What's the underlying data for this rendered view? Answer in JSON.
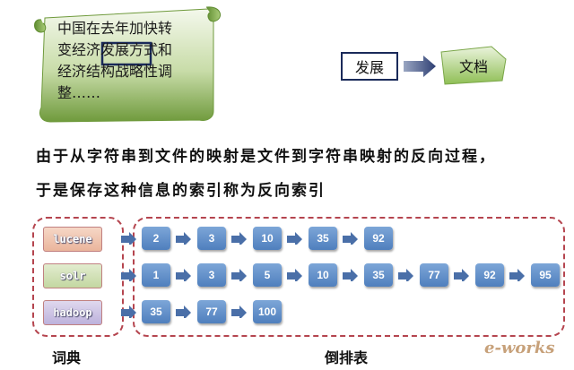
{
  "scroll_text_lines": [
    "中国在去年加快转",
    "变经济发展方式和",
    "经济结构战略性调",
    "整……"
  ],
  "top_flow": {
    "from": "发展",
    "to": "文档"
  },
  "statement": [
    "由于从字符串到文件的映射是文件到字符串映射的反向过程，",
    "于是保存这种信息的索引称为反向索引"
  ],
  "index": {
    "dictionary_label": "词典",
    "posting_label": "倒排表",
    "terms": [
      {
        "term": "lucene",
        "postings": [
          "2",
          "3",
          "10",
          "35",
          "92"
        ]
      },
      {
        "term": "solr",
        "postings": [
          "1",
          "3",
          "5",
          "10",
          "35",
          "77",
          "92",
          "95"
        ]
      },
      {
        "term": "hadoop",
        "postings": [
          "35",
          "77",
          "100"
        ]
      }
    ]
  },
  "watermark": "e-works",
  "colors": {
    "scroll_green": "#8fbf55",
    "posting_blue": "#5b8bc8",
    "dash_red": "#b5454f",
    "arrow_blue": "#4a6fa8"
  }
}
